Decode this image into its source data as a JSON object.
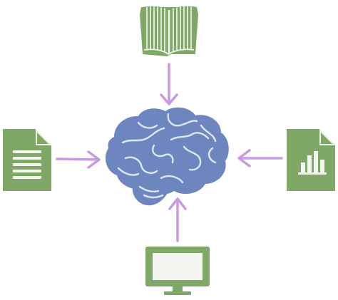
{
  "colors": {
    "background": "#ffffff",
    "icon_fill": "#7fa866",
    "icon_detail": "#f3f5ef",
    "brain_fill": "#6d86bf",
    "brain_folds": "#dde5f5",
    "arrow": "#c79be2"
  },
  "nodes": {
    "center": {
      "icon": "brain-icon"
    },
    "top": {
      "icon": "open-book-icon"
    },
    "left": {
      "icon": "text-document-icon"
    },
    "right": {
      "icon": "bar-chart-document-icon"
    },
    "bottom": {
      "icon": "computer-monitor-icon"
    }
  },
  "edges": [
    {
      "from": "top",
      "to": "center"
    },
    {
      "from": "left",
      "to": "center"
    },
    {
      "from": "right",
      "to": "center"
    },
    {
      "from": "bottom",
      "to": "center"
    }
  ]
}
